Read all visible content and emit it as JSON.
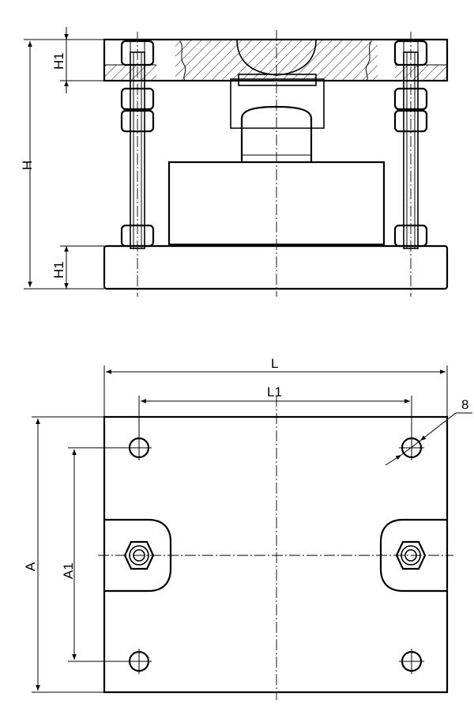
{
  "labels": {
    "height_total": "H",
    "flange_top": "H1",
    "flange_bottom": "H1",
    "length_total": "L",
    "length_holes": "L1",
    "width_total": "A",
    "width_holes": "A1",
    "hole_diameter": "8"
  }
}
